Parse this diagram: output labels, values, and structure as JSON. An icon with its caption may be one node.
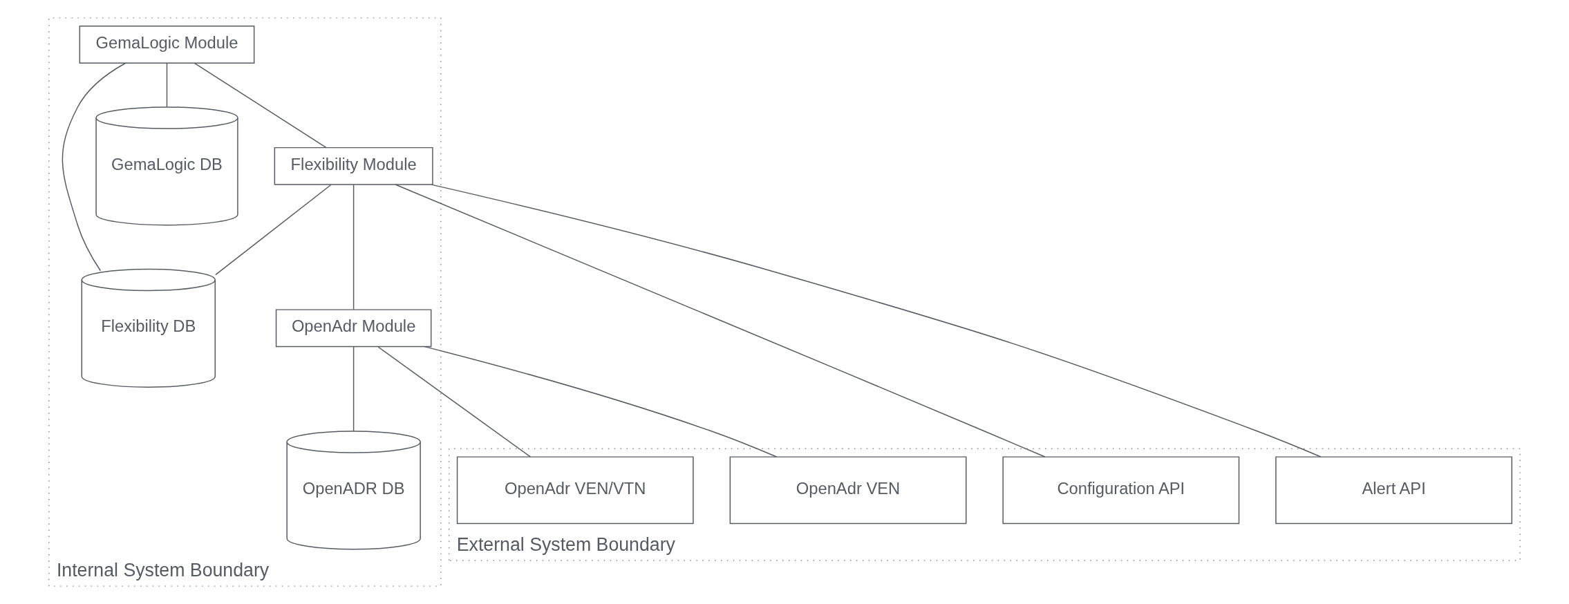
{
  "diagram": {
    "nodes": [
      {
        "text": [
          "Internal System Boundary"
        ]
      },
      {
        "text": [
          "GemaLogic Module"
        ],
        "in": 0
      },
      {
        "text": [
          "Flexibility Module"
        ],
        "in": 0
      },
      {
        "text": [
          "OpenAdr Module"
        ],
        "in": 0
      },
      {
        "text": [
          "GemaLogic DB"
        ],
        "in": 0
      },
      {
        "text": [
          "Flexibility DB"
        ],
        "in": 0
      },
      {
        "text": [
          "OpenADR DB"
        ],
        "in": 0
      },
      {
        "text": [
          "External System Boundary"
        ]
      },
      {
        "text": [
          "Configuration API"
        ],
        "in": 7
      },
      {
        "text": [
          "Alert API"
        ],
        "in": 7
      },
      {
        "text": [
          "OpenAdr VEN"
        ],
        "in": 7
      },
      {
        "text": [
          "OpenAdr VEN/VTN"
        ],
        "in": 7
      }
    ],
    "edges": [
      {
        "from": 1,
        "to": 2,
        "arrow": "none"
      },
      {
        "from": 1,
        "to": 4,
        "arrow": "none"
      },
      {
        "from": 1,
        "to": 5,
        "arrow": "none"
      },
      {
        "from": 2,
        "to": 5,
        "arrow": "none"
      },
      {
        "from": 2,
        "to": 3,
        "arrow": "none"
      },
      {
        "from": 3,
        "to": 6,
        "arrow": "none"
      },
      {
        "from": 2,
        "to": 8,
        "arrow": "none"
      },
      {
        "from": 2,
        "to": 9,
        "arrow": "none"
      },
      {
        "from": 3,
        "to": 10,
        "arrow": "none"
      },
      {
        "from": 3,
        "to": 11,
        "arrow": "none"
      }
    ]
  }
}
